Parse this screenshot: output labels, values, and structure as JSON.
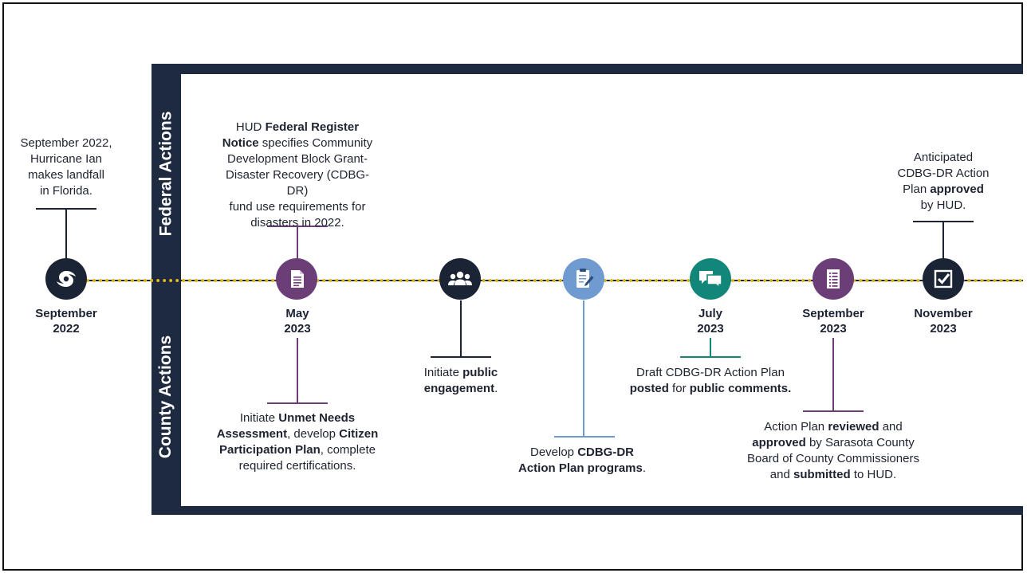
{
  "sections": {
    "federal": "Federal Actions",
    "county": "County Actions"
  },
  "colors": {
    "panel": "#1e2a40",
    "timeline": "#e3b21e",
    "navy": "#1b2435",
    "purple": "#6b3e78",
    "blue": "#6f9bd1",
    "teal": "#13867a"
  },
  "milestones": [
    {
      "date_line1": "September",
      "date_line2": "2022",
      "icon": "hurricane-icon"
    },
    {
      "date_line1": "May",
      "date_line2": "2023",
      "icon": "document-icon"
    },
    {
      "date_line1": "",
      "date_line2": "",
      "icon": "people-group-icon"
    },
    {
      "date_line1": "",
      "date_line2": "",
      "icon": "clipboard-pencil-icon"
    },
    {
      "date_line1": "July",
      "date_line2": "2023",
      "icon": "chat-bubbles-icon"
    },
    {
      "date_line1": "September",
      "date_line2": "2023",
      "icon": "checklist-icon"
    },
    {
      "date_line1": "November",
      "date_line2": "2023",
      "icon": "checkbox-icon"
    }
  ],
  "notes": {
    "hurricane": [
      "September 2022,",
      "Hurricane Ian",
      "makes landfall",
      "in Florida."
    ],
    "hud_notice": {
      "l1a": "HUD ",
      "l1b": "Federal Register",
      "l2a": "Notice",
      "l2b": " specifies Community",
      "l3": "Development Block Grant-",
      "l4": "Disaster Recovery (CDBG-DR)",
      "l5": "fund use requirements for",
      "l6": "disasters in 2022."
    },
    "unmet_needs": {
      "l1a": "Initiate ",
      "l1b": "Unmet Needs",
      "l2a": "Assessment",
      "l2b": ", develop ",
      "l2c": "Citizen",
      "l3a": "Participation Plan",
      "l3b": ", complete",
      "l4": "required certifications."
    },
    "engagement": {
      "l1a": "Initiate ",
      "l1b": "public",
      "l2a": "engagement",
      "l2b": "."
    },
    "programs": {
      "l1a": "Develop ",
      "l1b": "CDBG-DR",
      "l2a": "Action Plan programs",
      "l2b": "."
    },
    "draft": {
      "l1": "Draft CDBG-DR Action Plan",
      "l2a": "posted",
      "l2b": " for ",
      "l2c": "public comments."
    },
    "reviewed": {
      "l1a": "Action Plan ",
      "l1b": "reviewed",
      "l1c": " and",
      "l2a": "approved",
      "l2b": " by Sarasota County",
      "l3": "Board of County Commissioners",
      "l4a": "and ",
      "l4b": "submitted",
      "l4c": " to HUD."
    },
    "approved": {
      "l1": "Anticipated",
      "l2": "CDBG-DR Action",
      "l3a": "Plan ",
      "l3b": "approved",
      "l4": "by HUD."
    }
  }
}
